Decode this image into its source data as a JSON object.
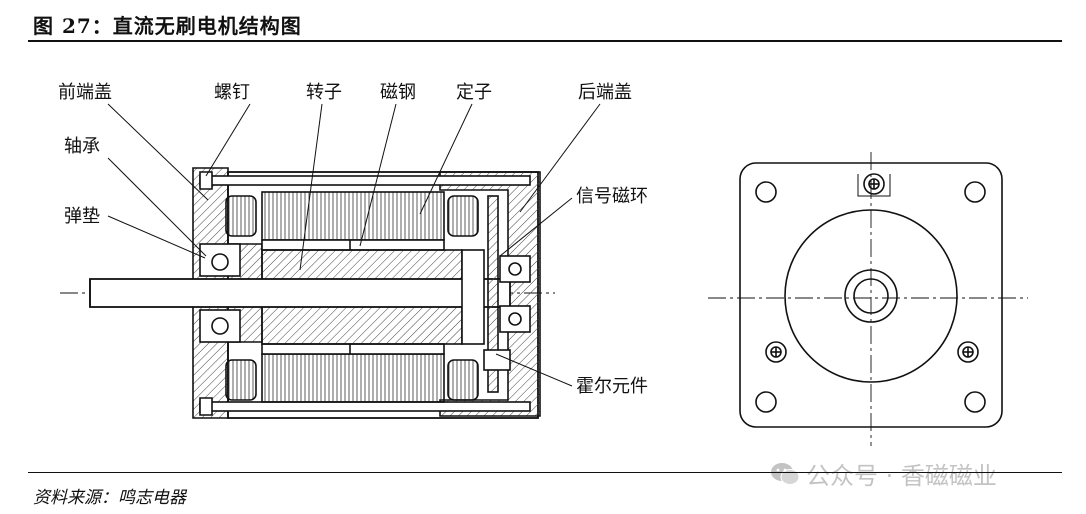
{
  "figure": {
    "title": "图 27：直流无刷电机结构图",
    "source": "资料来源：鸣志电器",
    "watermark": "公众号 · 香磁磁业"
  },
  "labels": {
    "front_cover": "前端盖",
    "screw": "螺钉",
    "rotor": "转子",
    "magnet_steel": "磁钢",
    "stator": "定子",
    "rear_cover": "后端盖",
    "bearing": "轴承",
    "spring_washer": "弹垫",
    "signal_ring": "信号磁环",
    "hall_element": "霍尔元件"
  },
  "icons": {
    "watermark_icon": "wechat-icon",
    "screw_head": "phillips-screw-icon"
  },
  "colors": {
    "ink": "#111111",
    "watermark": "#c3c3c3",
    "hatch": "#444444"
  }
}
